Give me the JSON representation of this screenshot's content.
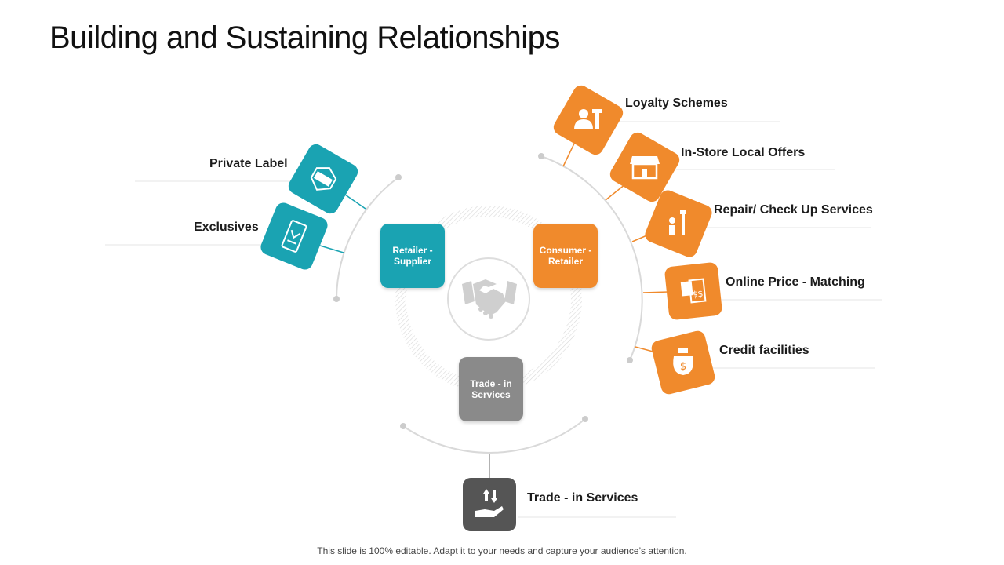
{
  "title": "Building and Sustaining Relationships",
  "footer": "This slide is 100% editable. Adapt it to your needs and capture your audience’s attention.",
  "colors": {
    "teal": "#1aa3b2",
    "orange": "#f08a2c",
    "gray": "#8a8a8a",
    "dark": "#555555"
  },
  "hubs": {
    "retailer_supplier": "Retailer - Supplier",
    "consumer_retailer": "Consumer - Retailer",
    "trade_in": "Trade - in Services"
  },
  "center_icon": "handshake-icon",
  "left_items": [
    {
      "label": "Private Label",
      "icon": "badge-icon"
    },
    {
      "label": "Exclusives",
      "icon": "ticket-icon"
    }
  ],
  "right_items": [
    {
      "label": "Loyalty Schemes",
      "icon": "customer-icon"
    },
    {
      "label": "In-Store Local Offers",
      "icon": "store-icon"
    },
    {
      "label": "Repair/ Check Up Services",
      "icon": "repair-icon"
    },
    {
      "label": "Online Price - Matching",
      "icon": "price-tag-icon"
    },
    {
      "label": "Credit facilities",
      "icon": "money-bag-icon"
    }
  ],
  "bottom_item": {
    "label": "Trade - in Services",
    "icon": "hand-exchange-icon"
  }
}
